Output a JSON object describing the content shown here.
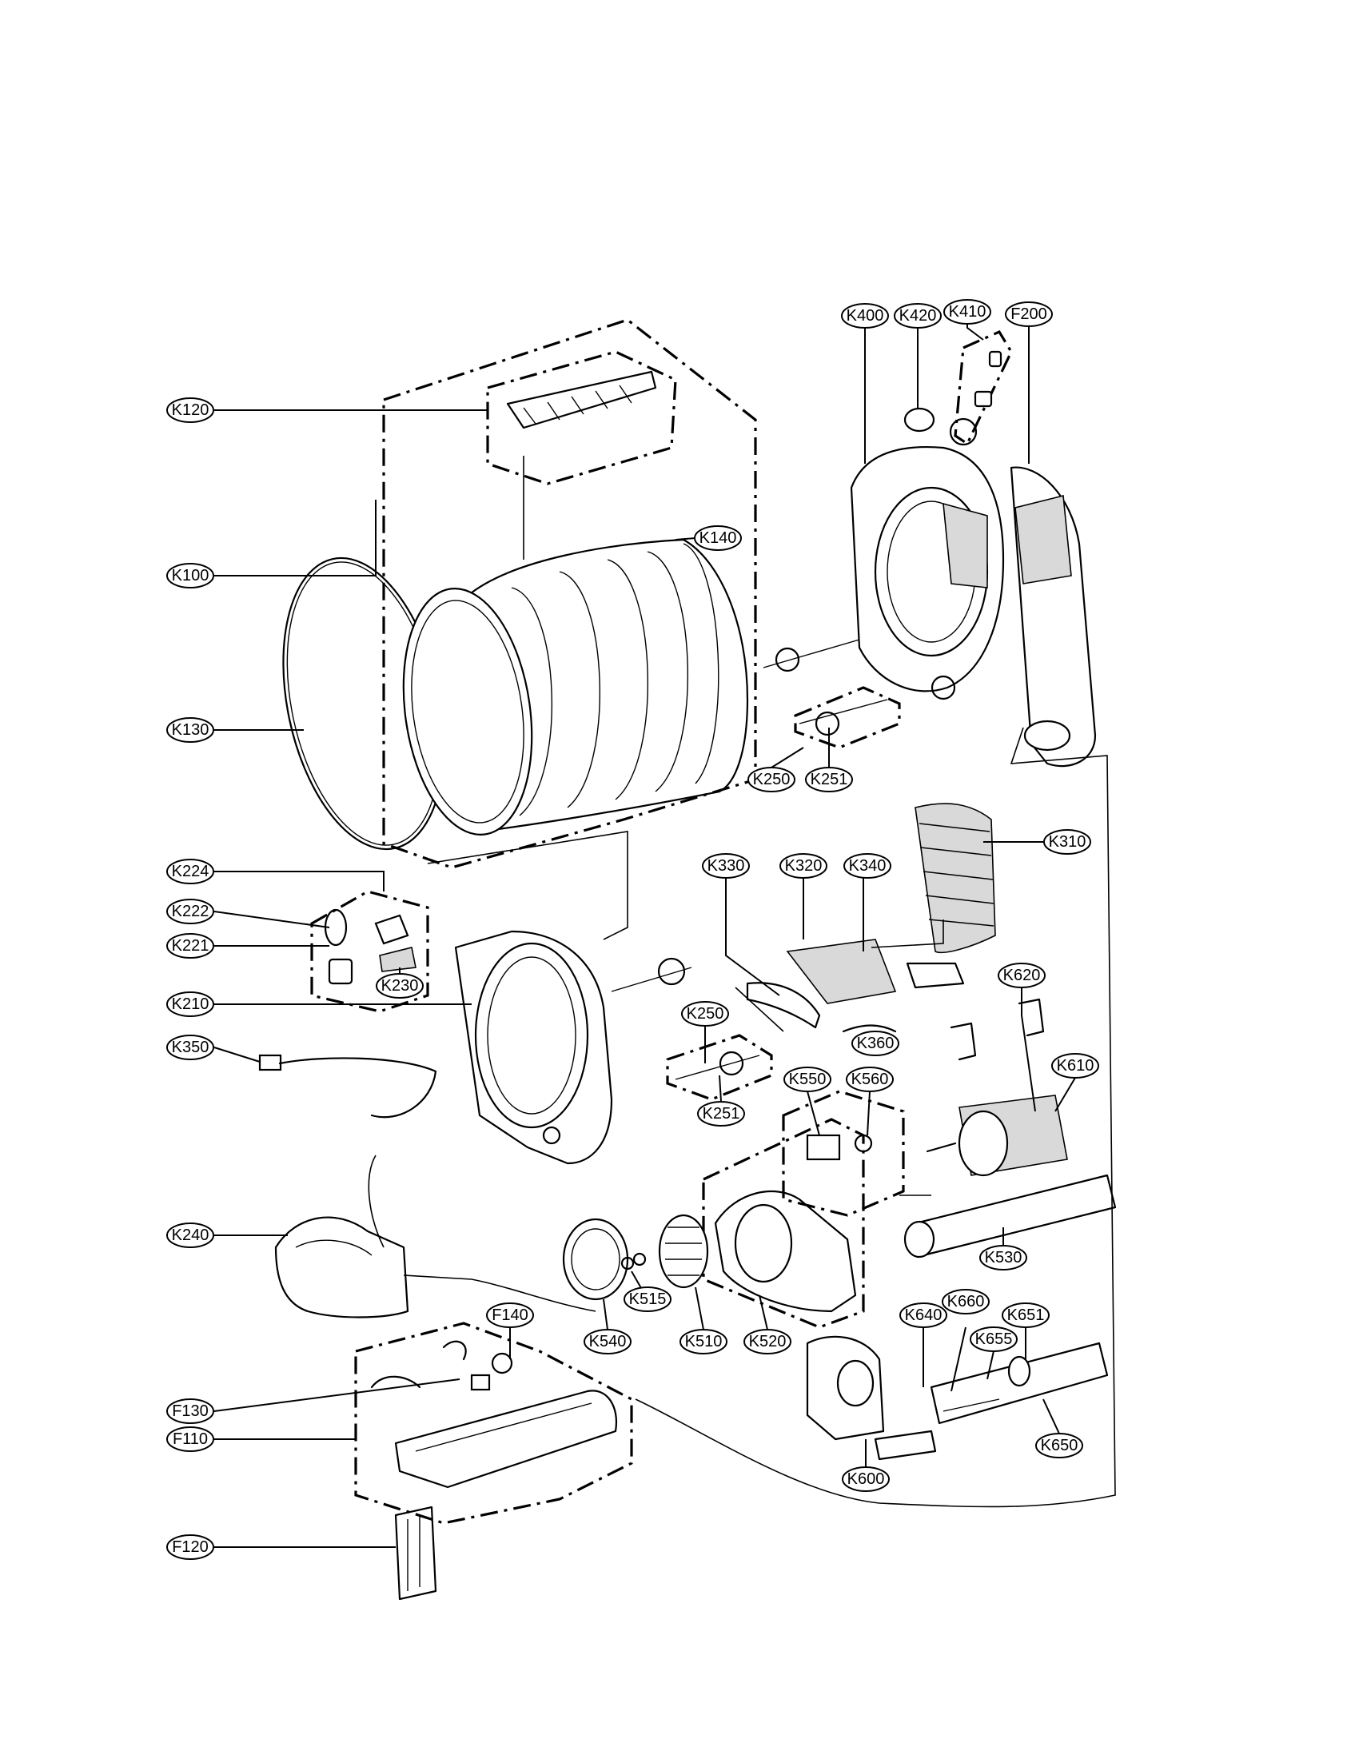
{
  "callouts": [
    {
      "id": "K400",
      "label": "K400"
    },
    {
      "id": "K420",
      "label": "K420"
    },
    {
      "id": "K410",
      "label": "K410"
    },
    {
      "id": "F200",
      "label": "F200"
    },
    {
      "id": "K120",
      "label": "K120"
    },
    {
      "id": "K140",
      "label": "K140"
    },
    {
      "id": "K100",
      "label": "K100"
    },
    {
      "id": "K130",
      "label": "K130"
    },
    {
      "id": "K250a",
      "label": "K250"
    },
    {
      "id": "K251a",
      "label": "K251"
    },
    {
      "id": "K310",
      "label": "K310"
    },
    {
      "id": "K224",
      "label": "K224"
    },
    {
      "id": "K330",
      "label": "K330"
    },
    {
      "id": "K320",
      "label": "K320"
    },
    {
      "id": "K340",
      "label": "K340"
    },
    {
      "id": "K222",
      "label": "K222"
    },
    {
      "id": "K221",
      "label": "K221"
    },
    {
      "id": "K230",
      "label": "K230"
    },
    {
      "id": "K620",
      "label": "K620"
    },
    {
      "id": "K210",
      "label": "K210"
    },
    {
      "id": "K250b",
      "label": "K250"
    },
    {
      "id": "K360",
      "label": "K360"
    },
    {
      "id": "K350",
      "label": "K350"
    },
    {
      "id": "K610",
      "label": "K610"
    },
    {
      "id": "K550",
      "label": "K550"
    },
    {
      "id": "K560",
      "label": "K560"
    },
    {
      "id": "K251b",
      "label": "K251"
    },
    {
      "id": "K240",
      "label": "K240"
    },
    {
      "id": "K530",
      "label": "K530"
    },
    {
      "id": "K515",
      "label": "K515"
    },
    {
      "id": "F140",
      "label": "F140"
    },
    {
      "id": "K640",
      "label": "K640"
    },
    {
      "id": "K660",
      "label": "K660"
    },
    {
      "id": "K651",
      "label": "K651"
    },
    {
      "id": "K655",
      "label": "K655"
    },
    {
      "id": "K540",
      "label": "K540"
    },
    {
      "id": "K510",
      "label": "K510"
    },
    {
      "id": "K520",
      "label": "K520"
    },
    {
      "id": "F130",
      "label": "F130"
    },
    {
      "id": "F110",
      "label": "F110"
    },
    {
      "id": "K650",
      "label": "K650"
    },
    {
      "id": "K600",
      "label": "K600"
    },
    {
      "id": "F120",
      "label": "F120"
    }
  ]
}
